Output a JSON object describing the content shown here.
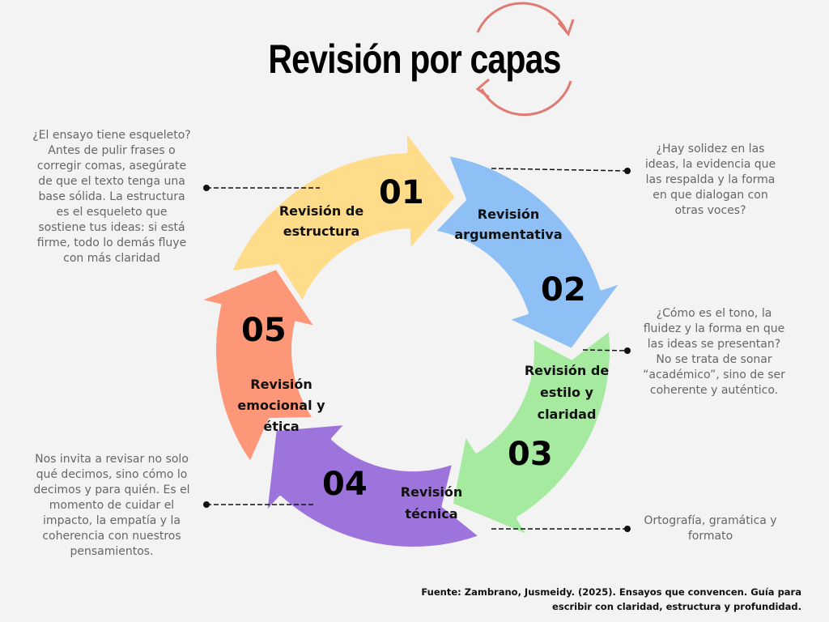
{
  "title": "Revisión por capas",
  "steps": [
    {
      "number": "01",
      "label": "Revisión de estructura",
      "color": "#fedc8a",
      "description": "¿El ensayo tiene esqueleto? Antes de pulir frases o corregir comas, asegúrate de que el texto tenga una base sólida. La estructura es el esqueleto que sostiene tus ideas: si está firme, todo lo demás fluye con más claridad"
    },
    {
      "number": "02",
      "label": "Revisión argumentativa",
      "color": "#8ec0f5",
      "description": "¿Hay solidez en las ideas, la evidencia que las respalda y la forma en que dialogan con otras voces?"
    },
    {
      "number": "03",
      "label": "Revisión de estilo y claridad",
      "color": "#a6ea9f",
      "description": "¿Cómo es el tono, la fluidez y la forma en que las ideas se presentan? No se trata de sonar “académico”, sino de ser coherente y auténtico."
    },
    {
      "number": "04",
      "label": "Revisión técnica",
      "color": "#9d74dc",
      "description": "Ortografía, gramática y formato"
    },
    {
      "number": "05",
      "label": "Revisión emocional y ética",
      "color": "#fd9778",
      "description": "Nos invita a revisar no solo qué decimos, sino cómo lo decimos y para quién. Es el momento de cuidar el impacto, la empatía y la coherencia con nuestros pensamientos."
    }
  ],
  "source": "Fuente: Zambrano, Jusmeidy. (2025). Ensayos que convencen. Guía para escribir con claridad, estructura y profundidad.",
  "cycle_icon_color": "#e07a72"
}
